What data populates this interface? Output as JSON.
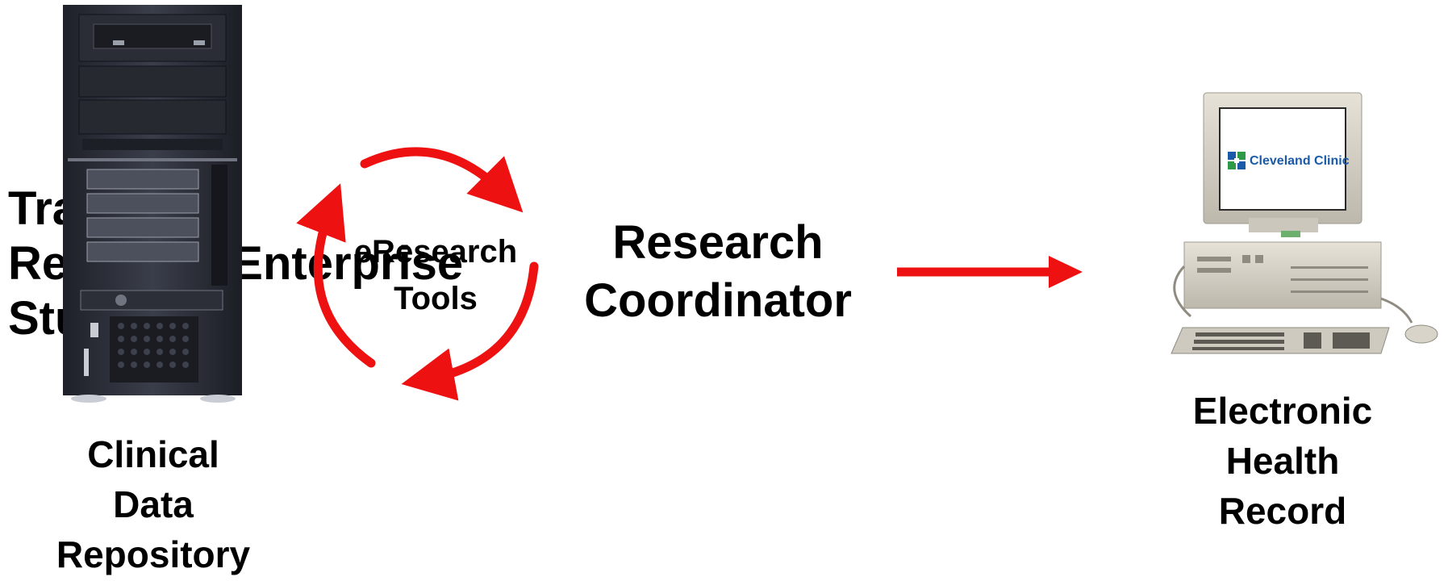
{
  "behind_text": "Traditional\nResearch Enterprise\nStudies",
  "cycle_label": "eResearch\nTools",
  "coordinator_label": "Research\nCoordinator",
  "repository_caption": "Clinical\nData\nRepository",
  "ehr_caption": "Electronic\nHealth\nRecord",
  "screen_logo_text": "Cleveland Clinic",
  "colors": {
    "arrow": "#ee1111",
    "server_body": "#2b2e38",
    "computer_beige": "#d6d2c8",
    "logo_blue": "#1a5aa8",
    "logo_green": "#2e9a48"
  },
  "icons": [
    "server-tower-icon",
    "desktop-computer-icon",
    "cycle-arrows-icon",
    "right-arrow-icon",
    "cleveland-clinic-logo-icon"
  ]
}
